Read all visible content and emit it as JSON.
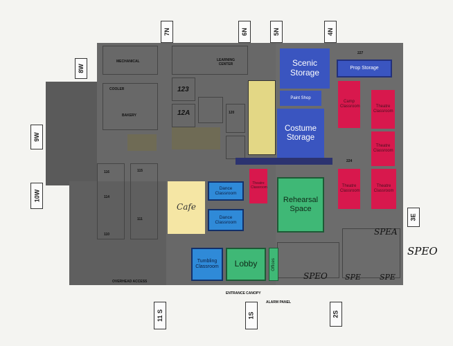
{
  "rooms": {
    "scenic_storage": "Scenic Storage",
    "paint_shop": "Paint Shop",
    "costume_storage": "Costume Storage",
    "prop_storage": "Prop Storage",
    "camp_classroom": "Camp Classroom",
    "theatre_classroom": "Theatre Classroom",
    "dance_classroom": "Dance Classroom",
    "cafe": "Cafe",
    "rehearsal_space": "Rehearsal Space",
    "tumbling_classroom": "Tumbling Classroom",
    "lobby": "Lobby",
    "offices": "Offices"
  },
  "wing_labels": {
    "w8": "8W",
    "w7": "7N",
    "n6": "6N",
    "n5": "5N",
    "n4": "4N",
    "w9": "9W",
    "w10": "10W",
    "e3": "3E",
    "s11": "11 S",
    "s1": "1S",
    "s2": "2S"
  },
  "floor_text": {
    "mechanical": "MECHANICAL",
    "learning_center": "LEARNING CENTER",
    "cooler": "COOLER",
    "bakery": "BAKERY",
    "entrance_canopy": "ENTRANCE CANOPY",
    "alarm_panel": "ALARM PANEL",
    "overhead_access": "OVERHEAD ACCESS"
  },
  "room_numbers": {
    "r123": "123",
    "r12a": "12A",
    "r227": "227",
    "r116": "116",
    "r115": "115",
    "r114": "114",
    "r111": "111",
    "r110": "110",
    "r224": "224",
    "r120": "120"
  },
  "handwritten": {
    "speo_right": "SPEO",
    "spea_top": "SPEA",
    "spe_a": "SPE",
    "spe_b": "SPE",
    "speo_mid": "SPEO"
  },
  "colors": {
    "blue": "#3a55c0",
    "red": "#d8184d",
    "green": "#3fb876",
    "light_blue": "#2f8ad8",
    "yellow": "#f5e6a4",
    "grey": "#6a6a6a"
  }
}
